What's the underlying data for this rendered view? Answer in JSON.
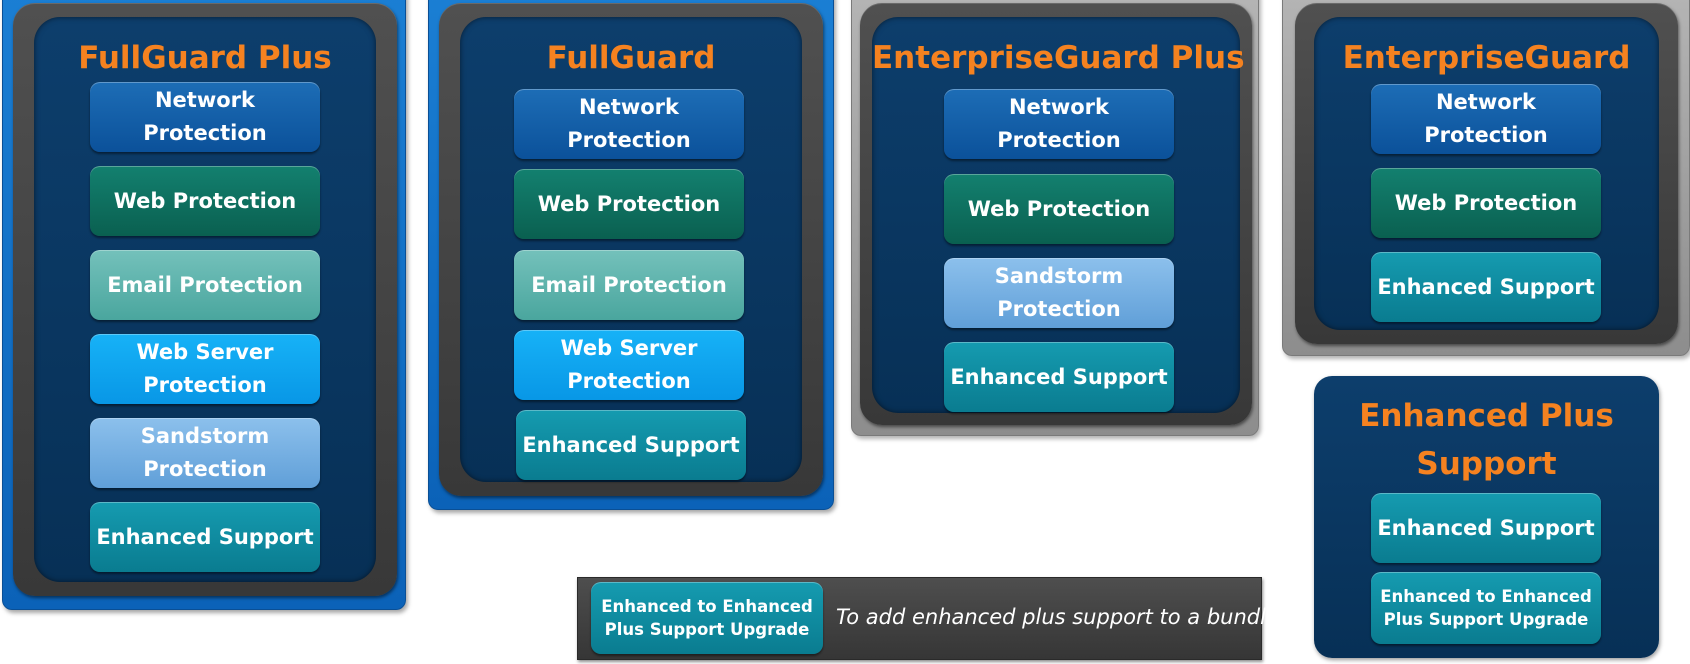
{
  "bundles": [
    {
      "title": "FullGuard Plus",
      "modules": [
        "Network Protection",
        "Web Protection",
        "Email Protection",
        "Web Server Protection",
        "Sandstorm Protection",
        "Enhanced Support"
      ]
    },
    {
      "title": "FullGuard",
      "modules": [
        "Network Protection",
        "Web Protection",
        "Email Protection",
        "Web Server Protection",
        "Enhanced Support"
      ]
    },
    {
      "title": "EnterpriseGuard Plus",
      "modules": [
        "Network Protection",
        "Web Protection",
        "Sandstorm Protection",
        "Enhanced Support"
      ]
    },
    {
      "title": "EnterpriseGuard",
      "modules": [
        "Network Protection",
        "Web Protection",
        "Enhanced Support"
      ]
    }
  ],
  "enhanced_plus": {
    "title": "Enhanced Plus Support",
    "modules": [
      "Enhanced Support",
      "Enhanced to Enhanced Plus Support Upgrade"
    ]
  },
  "legend": {
    "item": "Enhanced to Enhanced Plus Support Upgrade",
    "text": "To add enhanced plus support to a bundle"
  },
  "colors": {
    "title": "#f58220",
    "panel_blue": "#0b62b8",
    "panel_gray": "#8d8d8d",
    "frame": "#404040",
    "inner": "#0a3660",
    "network": "#0b519a",
    "web": "#0a6050",
    "email": "#4aa69e",
    "web_server": "#0897e6",
    "sandstorm": "#609fd8",
    "support": "#0a7c90"
  }
}
